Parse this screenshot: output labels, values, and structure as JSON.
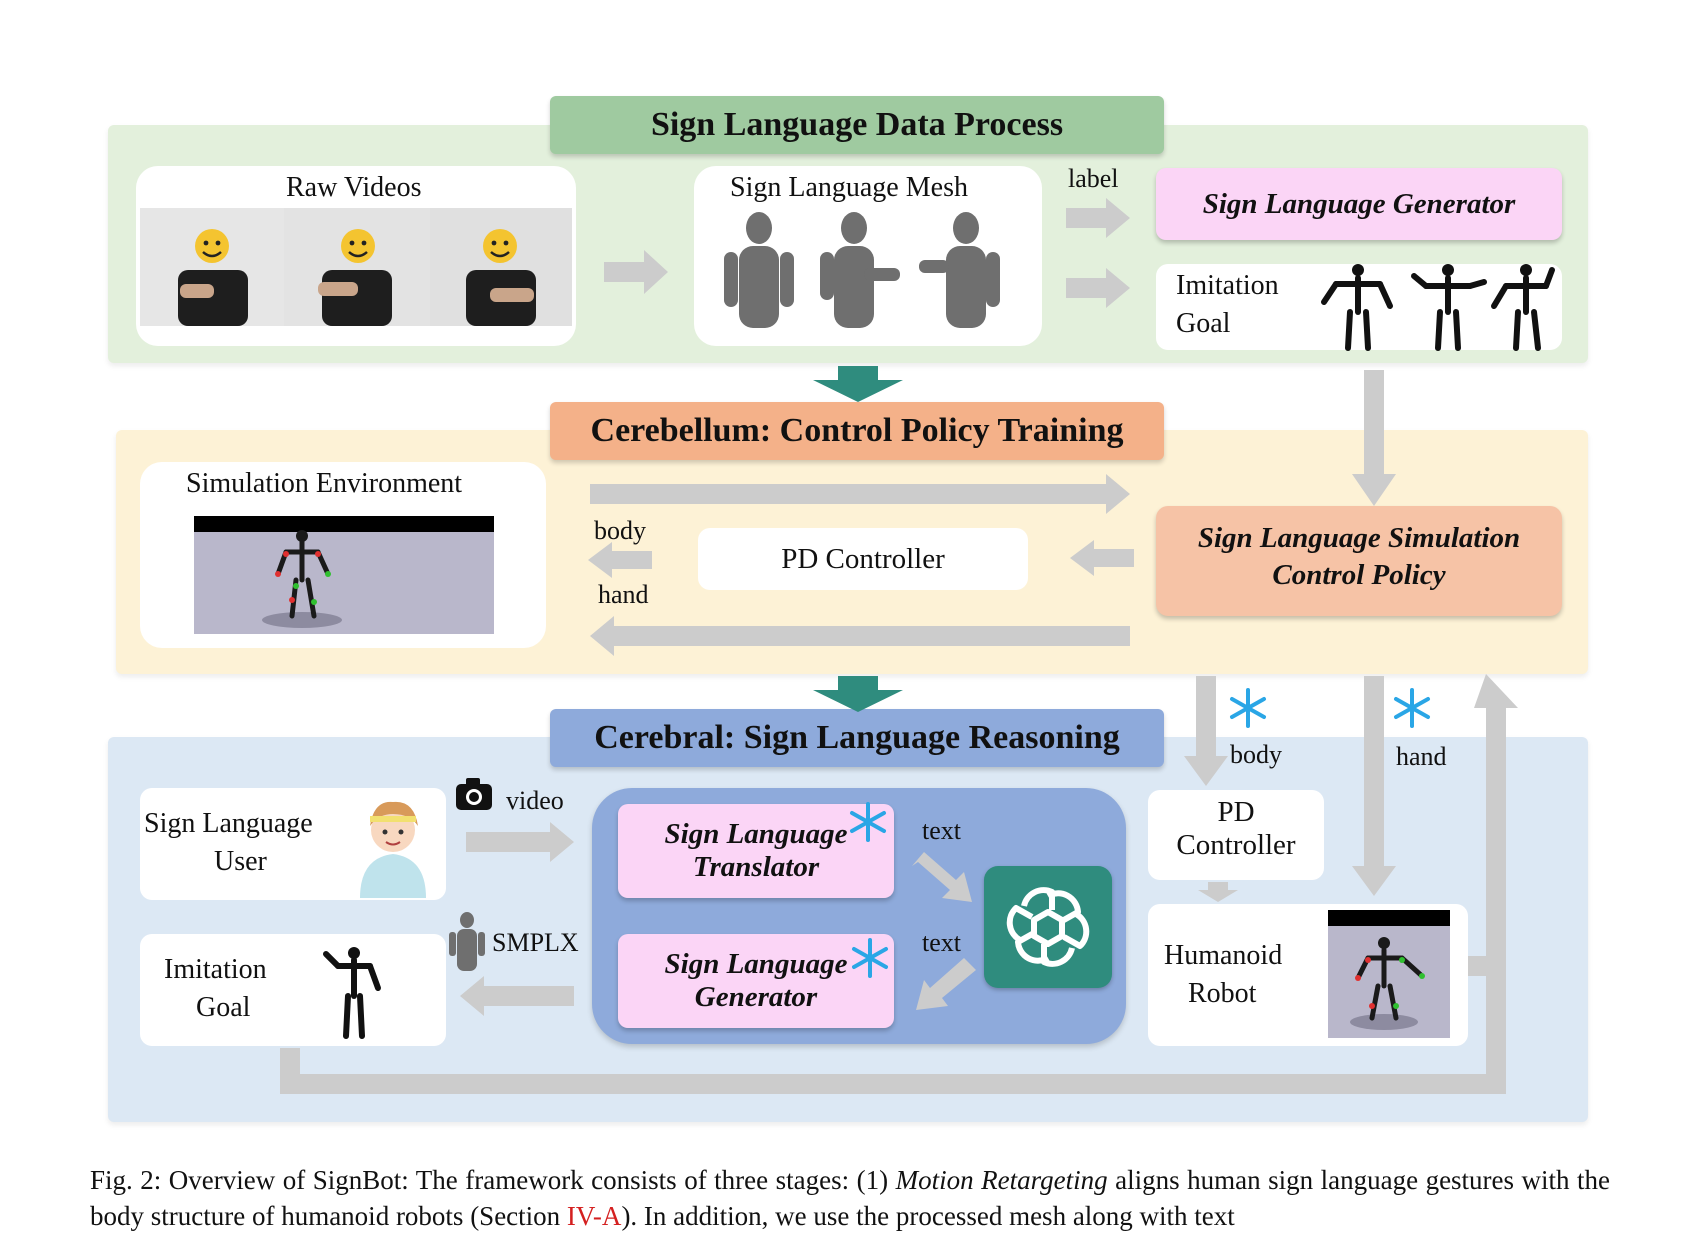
{
  "stages": {
    "data_process": {
      "title": "Sign Language Data Process"
    },
    "cerebellum": {
      "title": "Cerebellum: Control Policy Training"
    },
    "cerebral": {
      "title": "Cerebral: Sign Language Reasoning"
    }
  },
  "data_process": {
    "raw_videos": "Raw Videos",
    "mesh": "Sign Language Mesh",
    "label": "label",
    "generator": "Sign Language Generator",
    "imitation_goal_1": "Imitation",
    "imitation_goal_2": "Goal"
  },
  "cerebellum": {
    "sim_env": "Simulation Environment",
    "body": "body",
    "hand": "hand",
    "pd_controller": "PD Controller",
    "policy_1": "Sign Language Simulation",
    "policy_2": "Control Policy"
  },
  "cerebral": {
    "user_1": "Sign Language",
    "user_2": "User",
    "video": "video",
    "smplx": "SMPLX",
    "goal_1": "Imitation",
    "goal_2": "Goal",
    "translator_1": "Sign Language",
    "translator_2": "Translator",
    "generator_1": "Sign Language",
    "generator_2": "Generator",
    "text_1": "text",
    "text_2": "text",
    "body": "body",
    "hand": "hand",
    "pd_1": "PD",
    "pd_2": "Controller",
    "robot_1": "Humanoid",
    "robot_2": "Robot"
  },
  "caption": {
    "prefix": "Fig. 2: Overview of SignBot: The framework consists of three stages: (1)",
    "em": "Motion Retargeting",
    "mid": "aligns human sign language gestures with the body structure of humanoid robots (Section",
    "ref": "IV-A",
    "suffix": "). In addition, we use the processed mesh along with text"
  },
  "colors": {
    "green_panel": "#e3f0dc",
    "green_banner": "#9fcaa0",
    "yellow_panel": "#fdf2d6",
    "orange_banner": "#f4b189",
    "blue_panel": "#dce8f4",
    "blue_banner": "#8eaadb",
    "inner_blue": "#8eaadb",
    "pink_box": "#fbd5f6",
    "teal_arrow": "#2f8c7e",
    "gpt_teal": "#2f8c7e",
    "gray_arrow": "#cccccc"
  }
}
